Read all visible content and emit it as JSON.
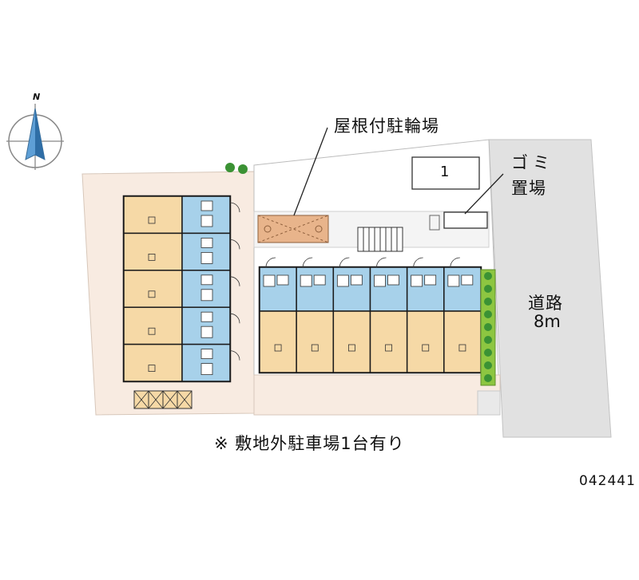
{
  "compass": {
    "north_label": "N"
  },
  "labels": {
    "bicycle_parking": "屋根付駐輪場",
    "garbage_line1": "ゴミ",
    "garbage_line2": "置場",
    "road_line1": "道路",
    "road_line2": "8m",
    "parking_space_number": "1",
    "note": "※ 敷地外駐車場1台有り",
    "property_code": "042441"
  },
  "colors": {
    "site": "#f8ebe1",
    "room": "#f6d9a6",
    "wet_area": "#a7d1ea",
    "road": "#e1e1e1",
    "walkway": "#e9e9e9",
    "bike_roof": "#e8b48b",
    "hedge": "#8dc641",
    "tree": "#3b9234",
    "wall": "#1b1b1b"
  }
}
